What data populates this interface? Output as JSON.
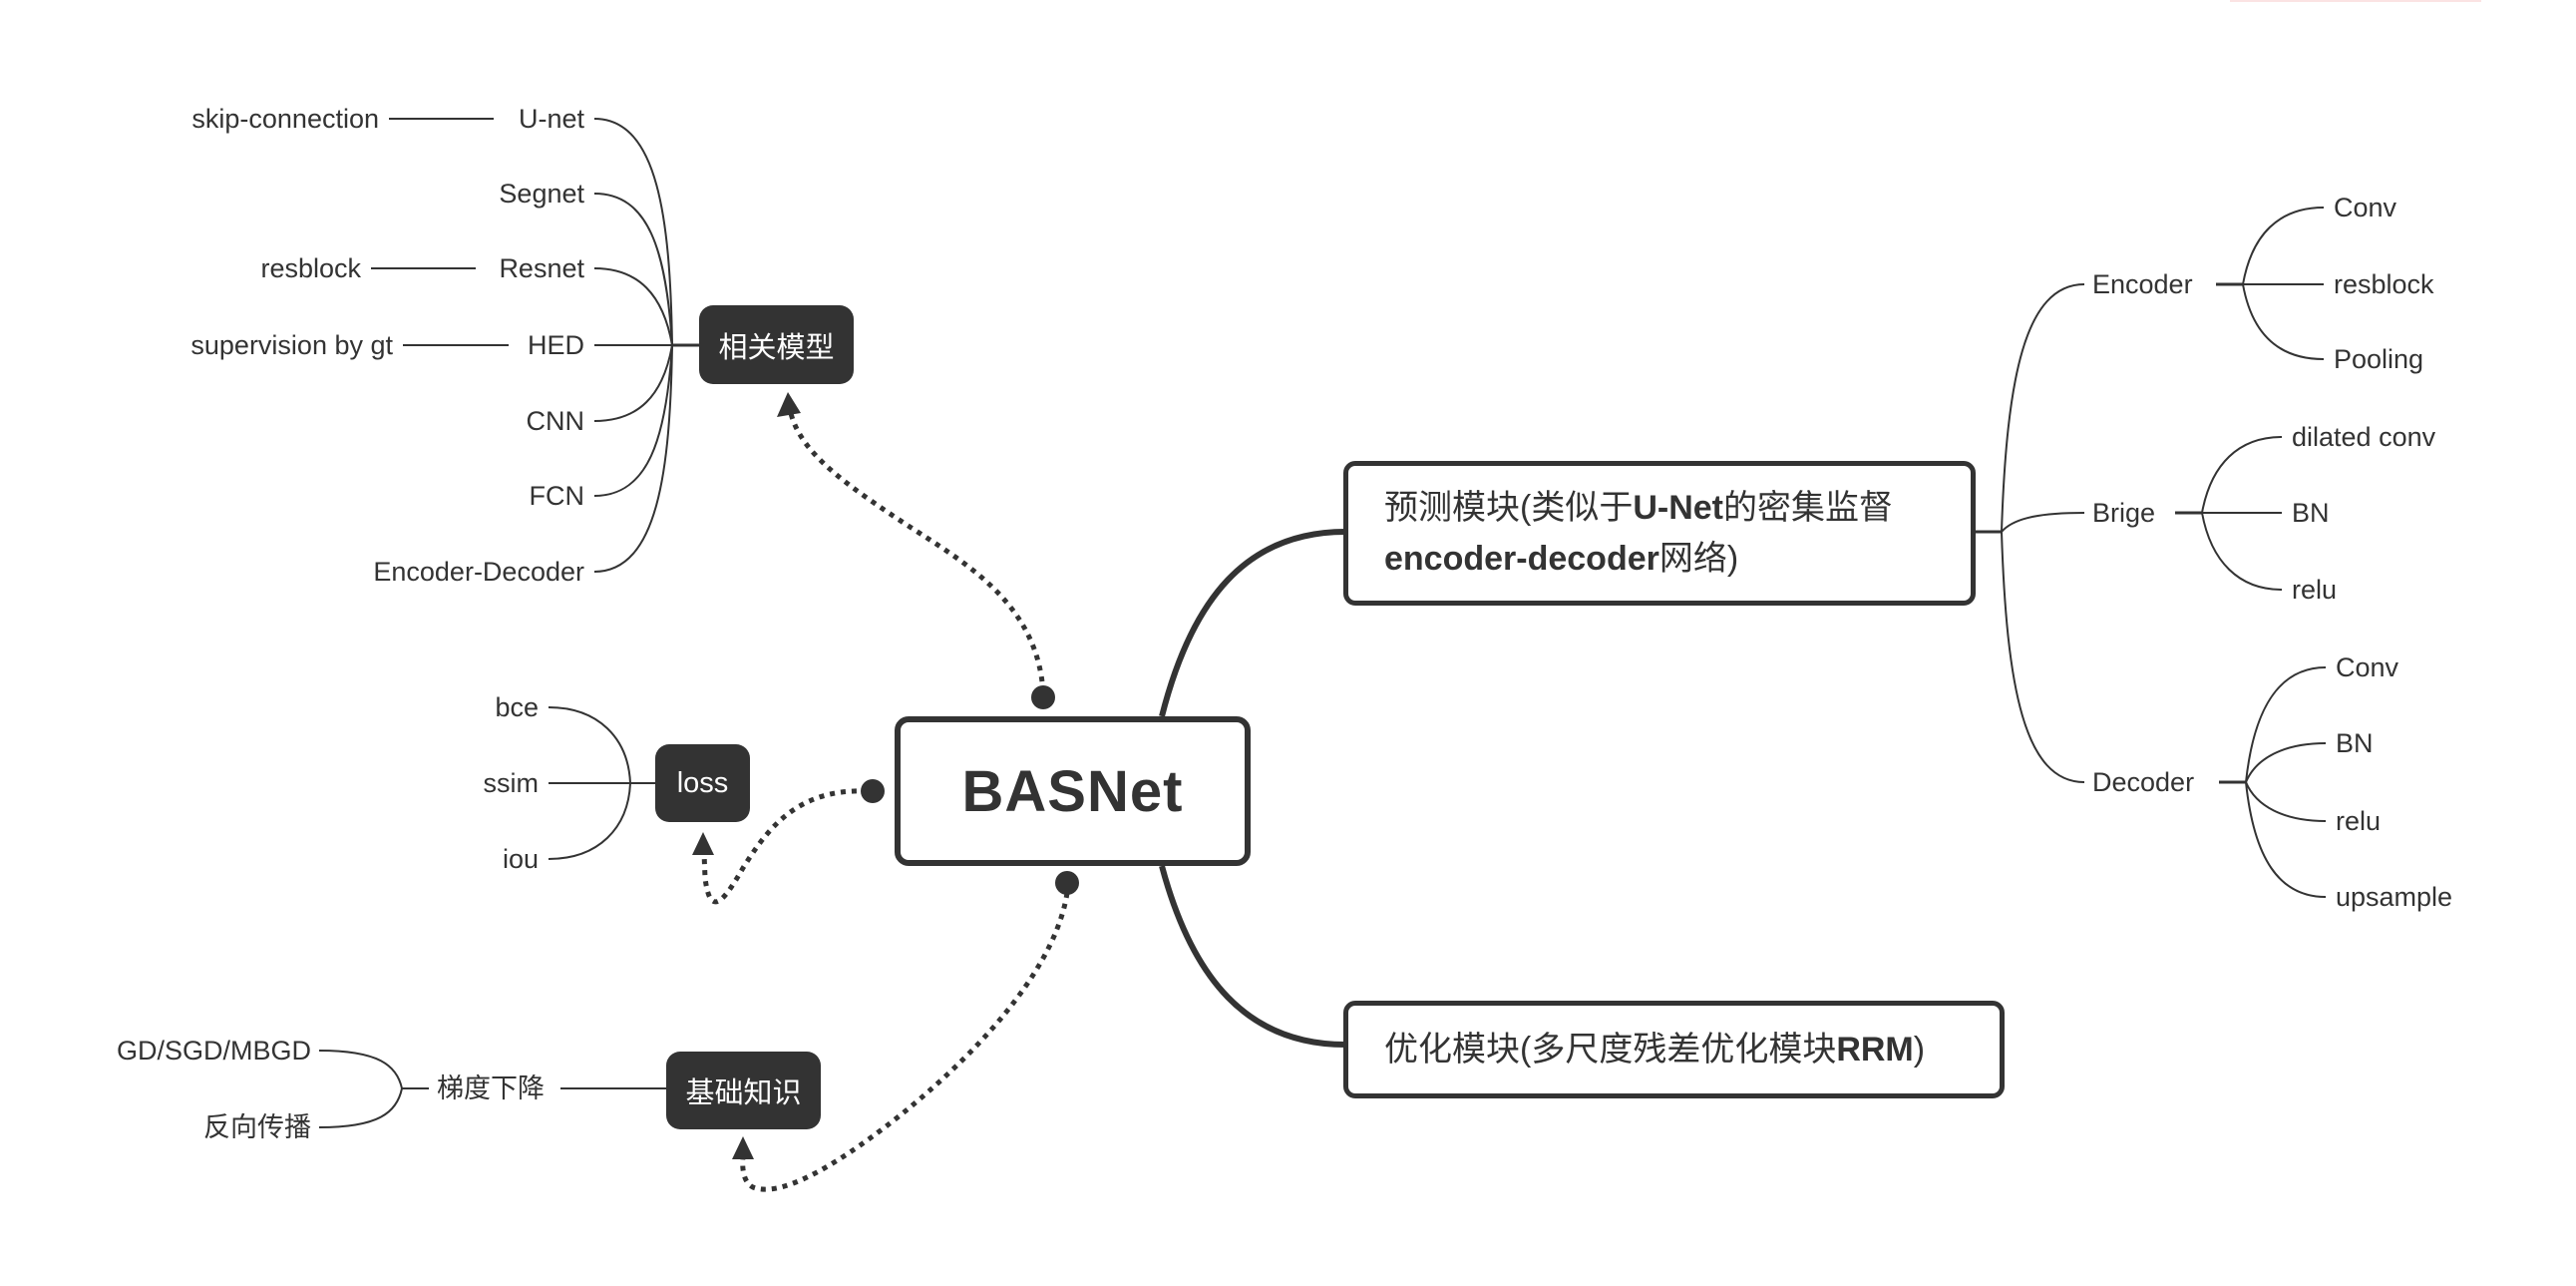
{
  "central": {
    "label": "BASNet"
  },
  "main_topics": [
    {
      "id": "predict",
      "segments": [
        {
          "text": "预测模块(类似于",
          "bold": false
        },
        {
          "text": "U-Net",
          "bold": true
        },
        {
          "text": "的密集监督",
          "bold": false
        },
        {
          "text": "\n",
          "bold": false
        },
        {
          "text": "encoder-decoder",
          "bold": true
        },
        {
          "text": "网络)",
          "bold": false
        }
      ],
      "label": "预测模块(类似于U-Net的密集监督encoder-decoder网络)",
      "children": [
        {
          "label": "Encoder",
          "children": [
            "Conv",
            "resblock",
            "Pooling"
          ]
        },
        {
          "label": "Brige",
          "children": [
            "dilated conv",
            "BN",
            "relu"
          ]
        },
        {
          "label": "Decoder",
          "children": [
            "Conv",
            "BN",
            "relu",
            "upsample"
          ]
        }
      ]
    },
    {
      "id": "refine",
      "segments": [
        {
          "text": "优化模块(多尺度残差优化模块",
          "bold": false
        },
        {
          "text": "RRM",
          "bold": true
        },
        {
          "text": ")",
          "bold": false
        }
      ],
      "label": "优化模块(多尺度残差优化模块RRM)",
      "children": []
    }
  ],
  "floating_topics": [
    {
      "id": "related-models",
      "label": "相关模型",
      "children": [
        {
          "label": "U-net",
          "detail": "skip-connection"
        },
        {
          "label": "Segnet",
          "detail": null
        },
        {
          "label": "Resnet",
          "detail": "resblock"
        },
        {
          "label": "HED",
          "detail": "supervision by gt"
        },
        {
          "label": "CNN",
          "detail": null
        },
        {
          "label": "FCN",
          "detail": null
        },
        {
          "label": "Encoder-Decoder",
          "detail": null
        }
      ]
    },
    {
      "id": "loss",
      "label": "loss",
      "children": [
        {
          "label": "bce"
        },
        {
          "label": "ssim"
        },
        {
          "label": "iou"
        }
      ]
    },
    {
      "id": "basics",
      "label": "基础知识",
      "children": [
        {
          "label": "梯度下降",
          "children": [
            "GD/SGD/MBGD",
            "反向传播"
          ]
        }
      ]
    }
  ],
  "relationships": [
    {
      "from": "central",
      "to": "related-models",
      "style": "dotted-arrow"
    },
    {
      "from": "central",
      "to": "loss",
      "style": "dotted-arrow"
    },
    {
      "from": "central",
      "to": "basics",
      "style": "dotted-arrow"
    }
  ],
  "colors": {
    "line": "#333333",
    "text": "#333333",
    "floating_fill": "#333333",
    "floating_text": "#ffffff",
    "background": "#ffffff"
  }
}
